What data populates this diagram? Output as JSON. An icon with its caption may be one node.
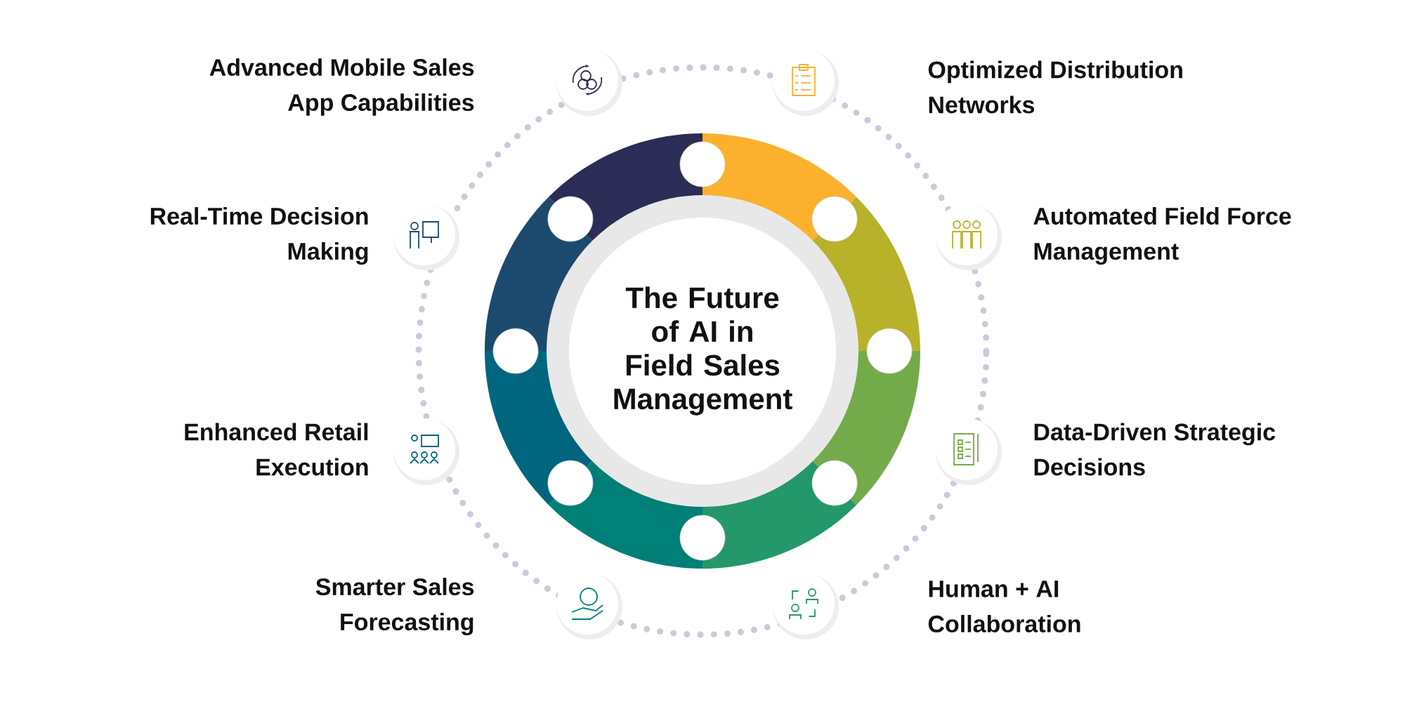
{
  "diagram": {
    "nodes": [
      {
        "text": [
          "The Future of AI in Field Sales Management"
        ]
      },
      {
        "text": [
          "Advanced Mobile Sales App Capabilities"
        ]
      },
      {
        "text": [
          "Optimized Distribution Networks"
        ]
      },
      {
        "text": [
          "Real-Time Decision Making"
        ]
      },
      {
        "text": [
          "Automated Field Force Management"
        ]
      },
      {
        "text": [
          "Enhanced Retail Execution"
        ]
      },
      {
        "text": [
          "Data-Driven Strategic Decisions"
        ]
      },
      {
        "text": [
          "Smarter Sales Forecasting"
        ]
      },
      {
        "text": [
          "Human + AI Collaboration"
        ]
      }
    ]
  }
}
